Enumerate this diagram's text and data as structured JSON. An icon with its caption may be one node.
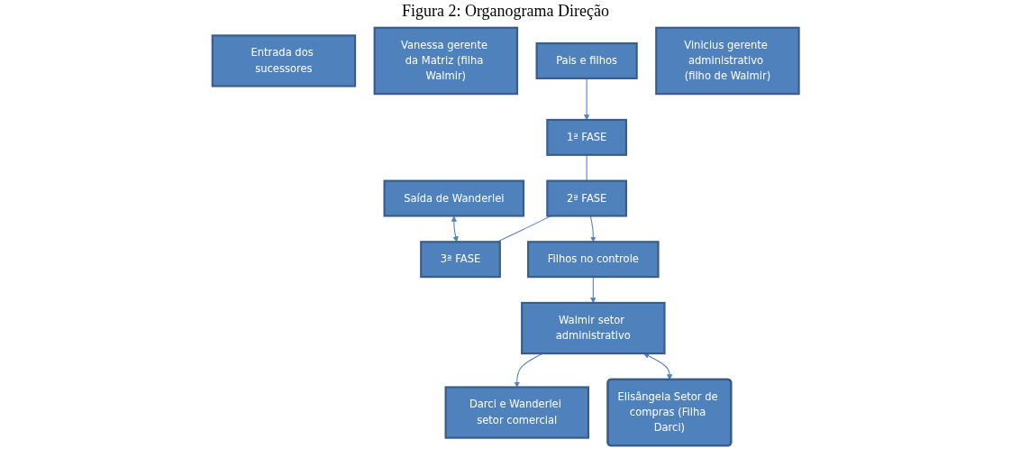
{
  "diagram": {
    "title": "Figura 2: Organograma Direção",
    "nodes": [
      {
        "text": [
          "1ª FASE"
        ]
      },
      {
        "text": [
          "2ª FASE"
        ]
      },
      {
        "text": [
          "3ª FASE"
        ]
      },
      {
        "text": [
          "Entrada dos sucessores"
        ]
      },
      {
        "text": [
          "Vanessa gerente da Matriz (filha Walmir)"
        ]
      },
      {
        "text": [
          "Pais e filhos"
        ]
      },
      {
        "text": [
          "Filhos no controle"
        ]
      },
      {
        "text": [
          "Saída de Wanderlei"
        ]
      },
      {
        "text": [
          "Walmir setor administrativo"
        ]
      },
      {
        "text": [
          "Darci e Wanderlei setor comercial"
        ]
      },
      {
        "text": [
          "Elisângela Setor de compras (Filha Darci)"
        ]
      },
      {
        "text": [
          "Vinicius gerente administrativo (filho de Walmir)"
        ]
      }
    ],
    "edges": [
      {
        "from": 0,
        "to": 1,
        "arrow": "none"
      },
      {
        "from": 1,
        "to": 2,
        "arrow": "none"
      },
      {
        "from": 5,
        "to": 0,
        "arrow": "to"
      },
      {
        "from": 1,
        "to": 6,
        "arrow": "to"
      },
      {
        "from": 7,
        "to": 2,
        "arrow": "both"
      },
      {
        "from": 6,
        "to": 8,
        "arrow": "to"
      },
      {
        "from": 8,
        "to": 9,
        "arrow": "to"
      },
      {
        "from": 8,
        "to": 10,
        "arrow": "both"
      }
    ]
  }
}
